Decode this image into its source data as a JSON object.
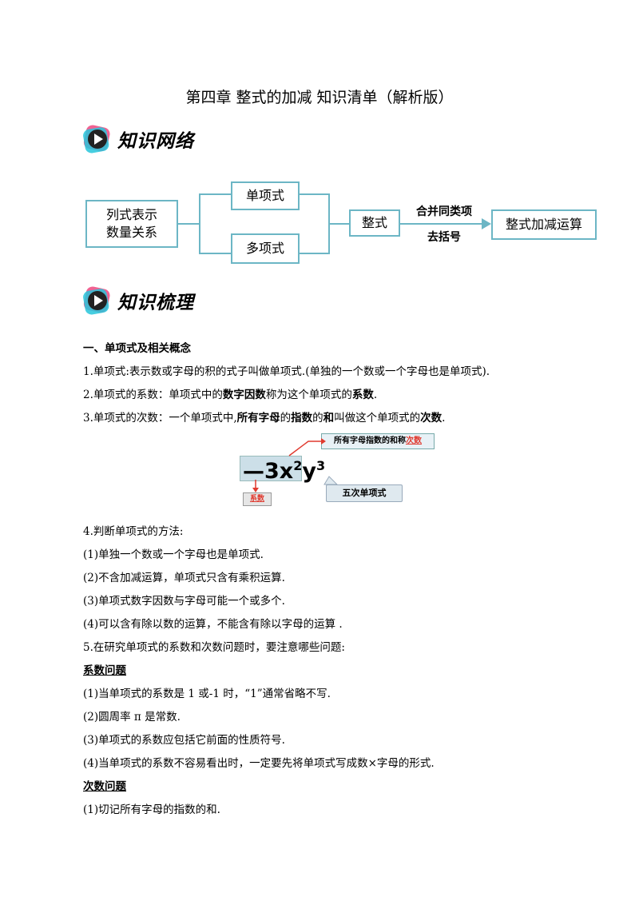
{
  "title": "第四章  整式的加减  知识清单（解析版）",
  "headers": {
    "network": "知识网络",
    "outline": "知识梳理"
  },
  "network_diagram": {
    "start": [
      "列式表示",
      "数量关系"
    ],
    "branch_top": "单项式",
    "branch_bottom": "多项式",
    "middle": "整式",
    "arrow_label_top": "合并同类项",
    "arrow_label_bottom": "去括号",
    "end": "整式加减运算"
  },
  "section1_title": "一、单项式及相关概念",
  "item1": "1.单项式:表示数或字母的积的式子叫做单项式.(单独的一个数或一个字母也是单项式).",
  "item2": {
    "a": "2.单项式的系数：单项式中的",
    "b": "数字因数",
    "c": "称为这个单项式的",
    "d": "系数",
    "e": "."
  },
  "item3": {
    "a": "3.单项式的次数：一个单项式中,",
    "b": "所有字母",
    "c": "的",
    "d": "指数",
    "e": "的",
    "f": "和",
    "g": "叫做这个单项式的",
    "h": "次数",
    "i": "."
  },
  "monomial_figure": {
    "expression": {
      "minus": "—",
      "coef": "3",
      "x": "x",
      "x_exp": "2",
      "y": "y",
      "y_exp": "3"
    },
    "callout_top": {
      "a": "所有字母指数的和称",
      "b": "次数"
    },
    "callout_coef": "系数",
    "callout_degree": "五次单项式",
    "accent_color": "#e03a2f"
  },
  "item4_title": "4.判断单项式的方法:",
  "item4_list": [
    "(1)单独一个数或一个字母也是单项式.",
    "(2)不含加减运算，单项式只含有乘积运算.",
    "(3)单项式数字因数与字母可能一个或多个.",
    "(4)可以含有除以数的运算，不能含有除以字母的运算 ."
  ],
  "item5_title": "5.在研究单项式的系数和次数问题时，要注意哪些问题:",
  "coef_heading": "系数问题",
  "coef_list": [
    "(1)当单项式的系数是 1 或-1 时，“1”通常省略不写.",
    "(2)圆周率 π 是常数.",
    "(3)单项式的系数应包括它前面的性质符号.",
    "(4)当单项式的系数不容易看出时，一定要先将单项式写成数×字母的形式."
  ],
  "degree_heading": "次数问题",
  "degree_list": [
    "(1)切记所有字母的指数的和."
  ]
}
